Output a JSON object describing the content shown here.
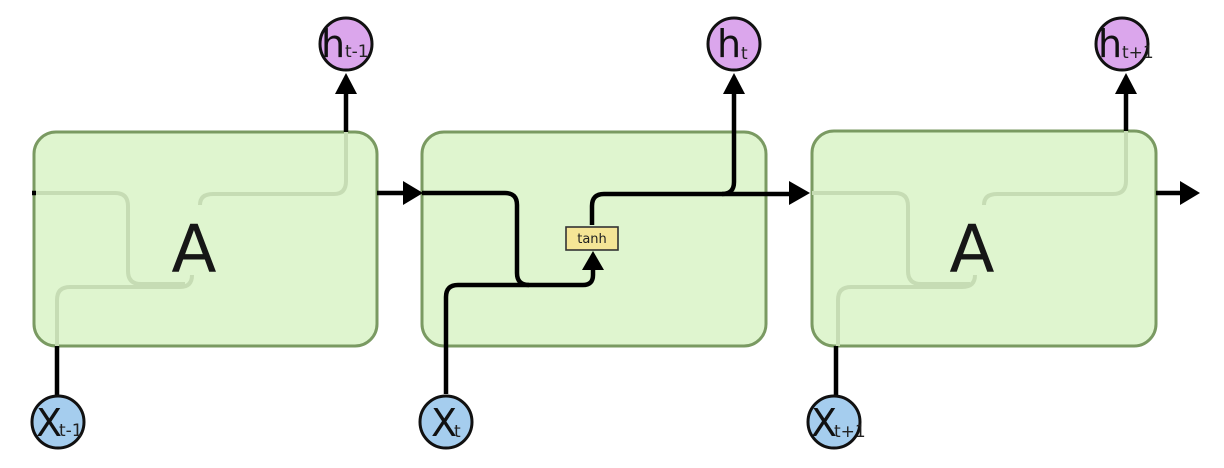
{
  "diagram": {
    "title": "Unrolled recurrent neural network (RNN) with tanh cell",
    "colors": {
      "cell_fill": "#dff5cf",
      "cell_stroke": "#7a9a62",
      "hidden_node_fill": "#dba6ec",
      "input_node_fill": "#a5cdee",
      "tanh_fill": "#f5e596",
      "wire": "#000000"
    },
    "cells": [
      {
        "id": "cell-prev",
        "label": "A",
        "expanded": false
      },
      {
        "id": "cell-current",
        "label": "",
        "expanded": true,
        "activation": "tanh"
      },
      {
        "id": "cell-next",
        "label": "A",
        "expanded": false
      }
    ],
    "outputs": [
      {
        "main": "h",
        "sub": "t-1"
      },
      {
        "main": "h",
        "sub": "t"
      },
      {
        "main": "h",
        "sub": "t+1"
      }
    ],
    "inputs": [
      {
        "main": "X",
        "sub": "t-1"
      },
      {
        "main": "X",
        "sub": "t"
      },
      {
        "main": "X",
        "sub": "t+1"
      }
    ],
    "activation_label": "tanh"
  }
}
